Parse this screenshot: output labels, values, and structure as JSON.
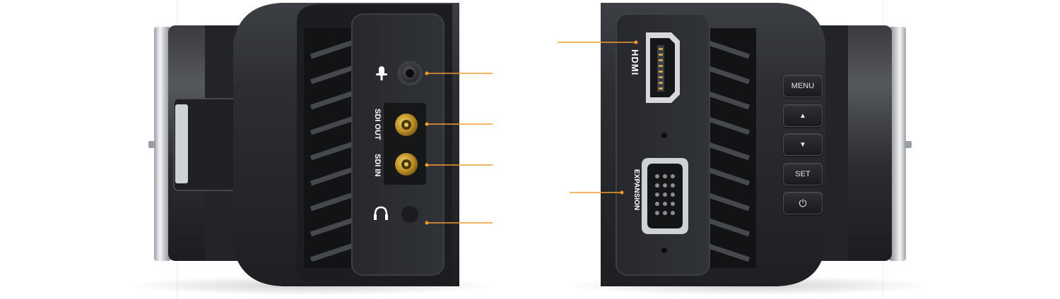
{
  "left_camera": {
    "port_labels": [
      "SDI OUT",
      "SDI IN"
    ],
    "icons": [
      "microphone-icon",
      "headphones-icon"
    ]
  },
  "right_camera": {
    "port_labels": [
      "HDMI",
      "EXPANSION"
    ],
    "buttons": [
      {
        "name": "menu-button",
        "label": "MENU"
      },
      {
        "name": "up-button",
        "label": "▲"
      },
      {
        "name": "down-button",
        "label": "▼"
      },
      {
        "name": "set-button",
        "label": "SET"
      },
      {
        "name": "power-button",
        "label": "⏻"
      }
    ]
  },
  "colors": {
    "callout": "#f39a2e",
    "body": "#2a2c30",
    "background": "#ffffff"
  }
}
